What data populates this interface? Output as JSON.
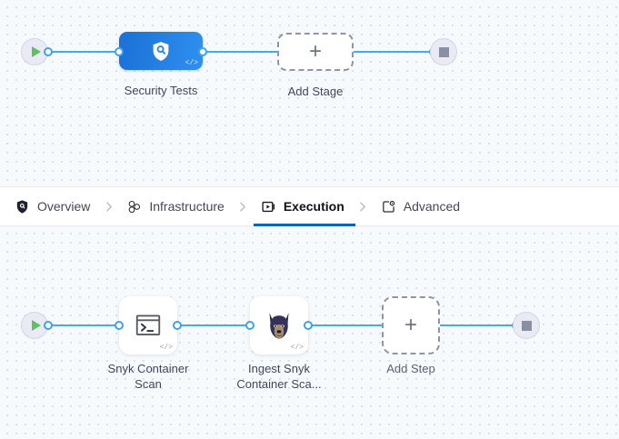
{
  "stages_pane": {
    "start_node": {
      "name": "pipeline-start",
      "icon": "play-icon"
    },
    "end_node": {
      "name": "pipeline-end",
      "icon": "stop-icon"
    },
    "nodes": [
      {
        "label": "Security Tests",
        "icon": "shield-search-icon",
        "badge": "</>",
        "type": "stage"
      },
      {
        "label": "Add Stage",
        "icon": "plus-icon",
        "type": "add"
      }
    ]
  },
  "tabs": {
    "items": [
      {
        "label": "Overview",
        "icon": "shield-icon",
        "active": false
      },
      {
        "label": "Infrastructure",
        "icon": "cluster-nodes-icon",
        "active": false
      },
      {
        "label": "Execution",
        "icon": "play-box-icon",
        "active": true
      },
      {
        "label": "Advanced",
        "icon": "gear-box-icon",
        "active": false
      }
    ],
    "separator_icon": "chevron-right-icon"
  },
  "steps_pane": {
    "start_node": {
      "name": "execution-start",
      "icon": "play-icon"
    },
    "end_node": {
      "name": "execution-end",
      "icon": "stop-icon"
    },
    "nodes": [
      {
        "label": "Snyk Container Scan",
        "line1": "Snyk Container",
        "line2": "Scan",
        "icon": "terminal-icon",
        "badge": "</>",
        "type": "step"
      },
      {
        "label": "Ingest Snyk Container Sca...",
        "line1": "Ingest Snyk",
        "line2": "Container Sca...",
        "icon": "snyk-dog-icon",
        "badge": "</>",
        "type": "step"
      },
      {
        "label": "Add Step",
        "icon": "plus-icon",
        "type": "add"
      }
    ]
  },
  "symbols": {
    "plus": "+"
  },
  "colors": {
    "accent_blue": "#1062ba",
    "connector_blue": "#3da2f0",
    "stage_gradient_from": "#1a70d6",
    "stage_gradient_to": "#2f90f0",
    "start_green": "#5ec15e",
    "stop_gray": "#8a8fa3",
    "canvas_bg": "#f7fafd"
  }
}
